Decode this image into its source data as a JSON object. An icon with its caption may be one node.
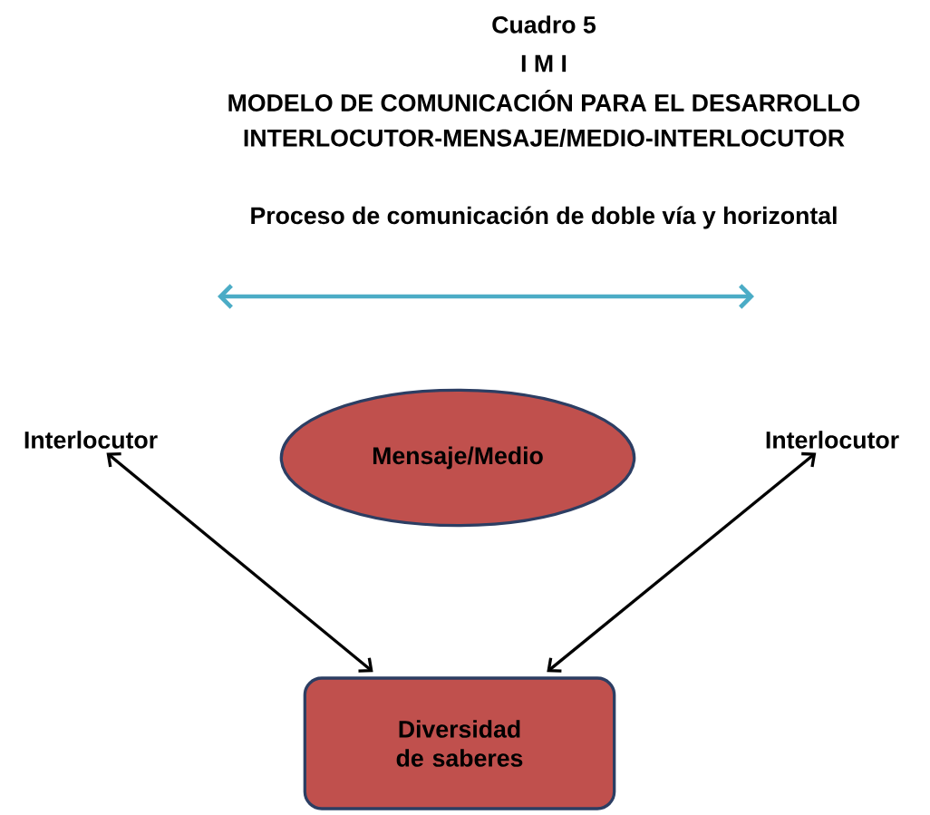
{
  "diagram": {
    "title": "Cuadro 5",
    "nodes": [
      {
        "text": [
          "Interlocutor"
        ]
      },
      {
        "text": [
          "Mensaje/Medio"
        ]
      },
      {
        "text": [
          "Interlocutor"
        ]
      },
      {
        "text": [
          "Diversidad de saberes"
        ]
      }
    ],
    "edges": [
      {
        "from": 0,
        "to": 3,
        "arrow": "both"
      },
      {
        "from": 2,
        "to": 3,
        "arrow": "both"
      }
    ],
    "labels": [
      "I M I",
      "MODELO DE COMUNICACIÓN PARA EL DESARROLLO",
      "INTERLOCUTOR-MENSAJE/MEDIO-INTERLOCUTOR",
      "Proceso de comunicación de doble vía y horizontal"
    ]
  }
}
